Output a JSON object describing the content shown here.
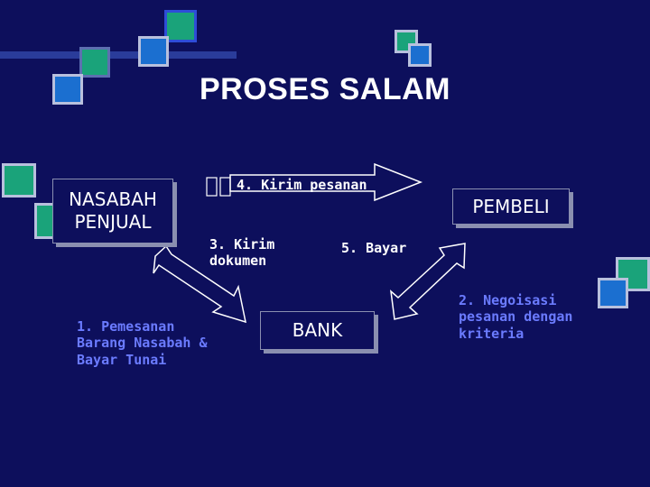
{
  "slide": {
    "title": "PROSES SALAM"
  },
  "entities": {
    "seller": "NASABAH\nPENJUAL",
    "buyer": "PEMBELI",
    "bank": "BANK"
  },
  "steps": {
    "step1": "1. Pemesanan\nBarang Nasabah &\nBayar Tunai",
    "step2": "2. Negoisasi\npesanan dengan\nkriteria",
    "step3": "3. Kirim\ndokumen",
    "step4": "4. Kirim pesanan",
    "step5": "5. Bayar"
  },
  "colors": {
    "background": "#0d0f5c",
    "square_teal": "#1aa37a",
    "square_blue": "#1b6fd0",
    "box_fill": "#0d0f5c",
    "box_border": "#8a8fb0",
    "arrow_outline": "#ffffff",
    "note_text": "#6b7bff"
  }
}
